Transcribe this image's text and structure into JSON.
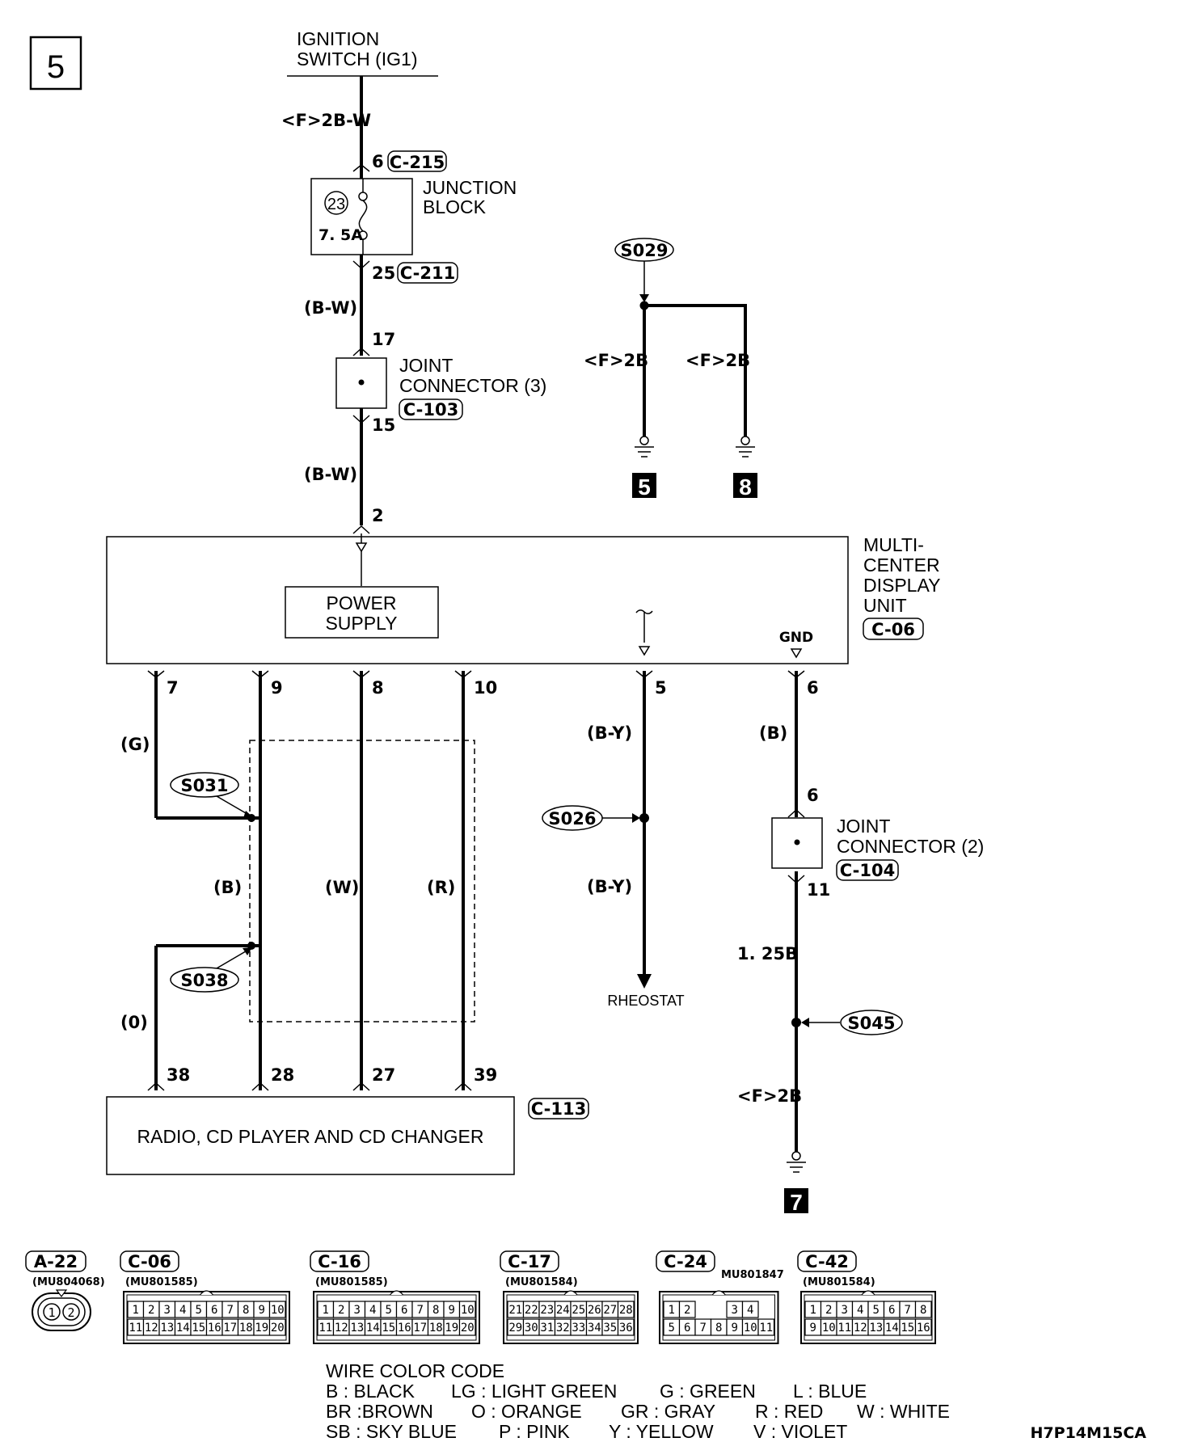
{
  "page_number": "5",
  "diagram_code": "H7P14M15CA",
  "ignition": {
    "line1": "IGNITION",
    "line2": "SWITCH (IG1)"
  },
  "junction_block": {
    "line1": "JUNCTION",
    "line2": "BLOCK",
    "fuse_number": "23",
    "fuse_rating": "7. 5A",
    "top_connector": "C-215",
    "top_pin": "6",
    "bottom_connector": "C-211",
    "bottom_pin": "25"
  },
  "joint_connector_3": {
    "line1": "JOINT",
    "line2": "CONNECTOR (3)",
    "connector": "C-103",
    "top_pin": "17",
    "bottom_pin": "15"
  },
  "joint_connector_2": {
    "line1": "JOINT",
    "line2": "CONNECTOR (2)",
    "connector": "C-104",
    "top_pin": "6",
    "bottom_pin": "11"
  },
  "mcdu": {
    "line1": "MULTI-",
    "line2": "CENTER",
    "line3": "DISPLAY",
    "line4": "UNIT",
    "connector": "C-06",
    "input_pin": "2",
    "power_supply_line1": "POWER",
    "power_supply_line2": "SUPPLY",
    "gnd_label": "GND"
  },
  "radio": {
    "label": "RADIO, CD PLAYER AND CD CHANGER",
    "connector": "C-113"
  },
  "rheostat": {
    "label": "RHEOSTAT"
  },
  "wires": {
    "f2b_w": "<F>2B-W",
    "b_w_1": "(B-W)",
    "b_w_2": "(B-W)",
    "g": "(G)",
    "b": "(B)",
    "w": "(W)",
    "r": "(R)",
    "o": "(0)",
    "b_y_1": "(B-Y)",
    "b_y_2": "(B-Y)",
    "b_gnd": "(B)",
    "w125b": "1. 25B",
    "f2b_gnd7": "<F>2B",
    "f2b_gnd5": "<F>2B",
    "f2b_gnd8": "<F>2B"
  },
  "pins": {
    "mcdu_7": "7",
    "mcdu_9": "9",
    "mcdu_8": "8",
    "mcdu_10": "10",
    "mcdu_5": "5",
    "mcdu_6": "6",
    "radio_38": "38",
    "radio_28": "28",
    "radio_27": "27",
    "radio_39": "39"
  },
  "splices": {
    "s029": "S029",
    "s031": "S031",
    "s038": "S038",
    "s026": "S026",
    "s045": "S045"
  },
  "grounds": {
    "g5": "5",
    "g8": "8",
    "g7": "7"
  },
  "connector_views": [
    {
      "name": "A-22",
      "part": "(MU804068)",
      "pins": [
        "1",
        "2"
      ]
    },
    {
      "name": "C-06",
      "part": "(MU801585)",
      "rows": [
        [
          "1",
          "2",
          "3",
          "4",
          "5",
          "6",
          "7",
          "8",
          "9",
          "10"
        ],
        [
          "11",
          "12",
          "13",
          "14",
          "15",
          "16",
          "17",
          "18",
          "19",
          "20"
        ]
      ]
    },
    {
      "name": "C-16",
      "part": "(MU801585)",
      "rows": [
        [
          "1",
          "2",
          "3",
          "4",
          "5",
          "6",
          "7",
          "8",
          "9",
          "10"
        ],
        [
          "11",
          "12",
          "13",
          "14",
          "15",
          "16",
          "17",
          "18",
          "19",
          "20"
        ]
      ]
    },
    {
      "name": "C-17",
      "part": "(MU801584)",
      "rows": [
        [
          "21",
          "22",
          "23",
          "24",
          "25",
          "26",
          "27",
          "28"
        ],
        [
          "29",
          "30",
          "31",
          "32",
          "33",
          "34",
          "35",
          "36"
        ]
      ]
    },
    {
      "name": "C-24",
      "part": "MU801847",
      "rows": [
        [
          "1",
          "2",
          "",
          "",
          "3",
          "4"
        ],
        [
          "5",
          "6",
          "7",
          "8",
          "9",
          "10",
          "11"
        ]
      ]
    },
    {
      "name": "C-42",
      "part": "(MU801584)",
      "rows": [
        [
          "1",
          "2",
          "3",
          "4",
          "5",
          "6",
          "7",
          "8"
        ],
        [
          "9",
          "10",
          "11",
          "12",
          "13",
          "14",
          "15",
          "16"
        ]
      ]
    }
  ],
  "color_code": {
    "title": "WIRE COLOR CODE",
    "row1": [
      "B : BLACK",
      "LG : LIGHT GREEN",
      "G : GREEN",
      "L : BLUE"
    ],
    "row2": [
      "BR :BROWN",
      "O : ORANGE",
      "GR : GRAY",
      "R : RED",
      "W : WHITE"
    ],
    "row3": [
      "SB : SKY BLUE",
      "P : PINK",
      "Y : YELLOW",
      "V : VIOLET"
    ]
  }
}
